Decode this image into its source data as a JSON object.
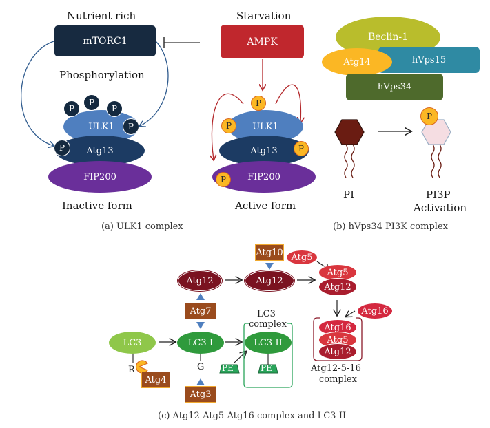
{
  "panel_a": {
    "nutrient_rich": "Nutrient rich",
    "mtorc1": "mTORC1",
    "phosphorylation": "Phosphorylation",
    "ulk1": "ULK1",
    "atg13": "Atg13",
    "fip200": "FIP200",
    "inactive_form": "Inactive form",
    "starvation": "Starvation",
    "ampk": "AMPK",
    "ulk1_active": "ULK1",
    "atg13_active": "Atg13",
    "fip200_active": "FIP200",
    "active_form": "Active form",
    "p": "P",
    "caption": "(a)  ULK1 complex"
  },
  "panel_b": {
    "beclin1": "Beclin-1",
    "atg14": "Atg14",
    "hvps15": "hVps15",
    "hvps34": "hVps34",
    "pi": "PI",
    "pi3p": "PI3P",
    "activation": "Activation",
    "p": "P",
    "caption": "(b)  hVps34 PI3K complex"
  },
  "panel_c": {
    "atg10": "Atg10",
    "atg5_top": "Atg5",
    "atg12_left": "Atg12",
    "atg12_mid": "Atg12",
    "atg5_pair": "Atg5",
    "atg12_pair": "Atg12",
    "atg7": "Atg7",
    "atg16_in": "Atg16",
    "lc3_complex_line1": "LC3",
    "lc3_complex_line2": "complex",
    "lc3": "LC3",
    "lc3_i": "LC3-I",
    "lc3_ii": "LC3-II",
    "r": "R",
    "g": "G",
    "atg4": "Atg4",
    "atg3": "Atg3",
    "pe_left": "PE",
    "pe_right": "PE",
    "stack_atg16": "Atg16",
    "stack_atg5": "Atg5",
    "stack_atg12": "Atg12",
    "complex_line1": "Atg12-5-16",
    "complex_line2": "complex",
    "caption": "(c)  Atg12-Atg5-Atg16 complex and LC3-II"
  }
}
